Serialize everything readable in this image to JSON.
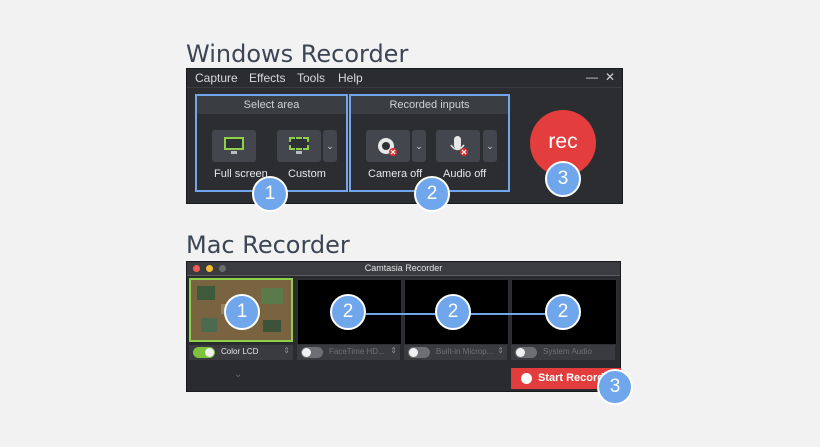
{
  "windows": {
    "heading": "Windows Recorder",
    "menu": [
      "Capture",
      "Effects",
      "Tools",
      "Help"
    ],
    "controls": {
      "minimize": "—",
      "close": "✕"
    },
    "select_area": {
      "title": "Select area",
      "full_screen": "Full screen",
      "custom": "Custom"
    },
    "recorded_inputs": {
      "title": "Recorded inputs",
      "camera": "Camera off",
      "audio": "Audio off"
    },
    "rec_label": "rec",
    "dropdown_glyph": "⌄"
  },
  "mac": {
    "heading": "Mac Recorder",
    "title": "Camtasia Recorder",
    "sources": [
      {
        "label": "Color LCD",
        "on": true
      },
      {
        "label": "FaceTime HD...",
        "on": false
      },
      {
        "label": "Built-in Microp...",
        "on": false
      },
      {
        "label": "System Audio",
        "on": false
      }
    ],
    "stepper_glyph": "⇕",
    "collapse_glyph": "⌄",
    "start_recording": "Start Recording"
  },
  "badges": {
    "one": "1",
    "two": "2",
    "three": "3"
  },
  "colors": {
    "accent_blue": "#6fa6ec",
    "record_red": "#e43d3d",
    "toggle_green": "#7cc23c"
  }
}
